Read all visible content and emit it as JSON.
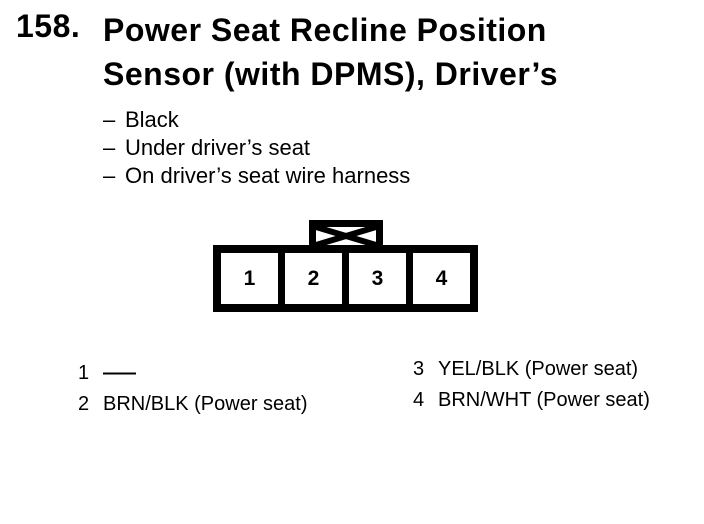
{
  "header": {
    "item_number": "158.",
    "title_line1": "Power Seat Recline Position",
    "title_line2": "Sensor (with DPMS), Driver’s"
  },
  "notes": [
    {
      "marker": "–",
      "text": "Black"
    },
    {
      "marker": "–",
      "text": "Under driver’s seat"
    },
    {
      "marker": "–",
      "text": "On driver’s seat wire harness"
    }
  ],
  "connector": {
    "pins": [
      "1",
      "2",
      "3",
      "4"
    ]
  },
  "legend": {
    "left": [
      {
        "pin": "1",
        "wire": "——"
      },
      {
        "pin": "2",
        "wire": "BRN/BLK (Power seat)"
      }
    ],
    "right": [
      {
        "pin": "3",
        "wire": "YEL/BLK (Power seat)"
      },
      {
        "pin": "4",
        "wire": "BRN/WHT (Power seat)"
      }
    ]
  },
  "colors": {
    "ink": "#000000",
    "paper": "#ffffff"
  }
}
